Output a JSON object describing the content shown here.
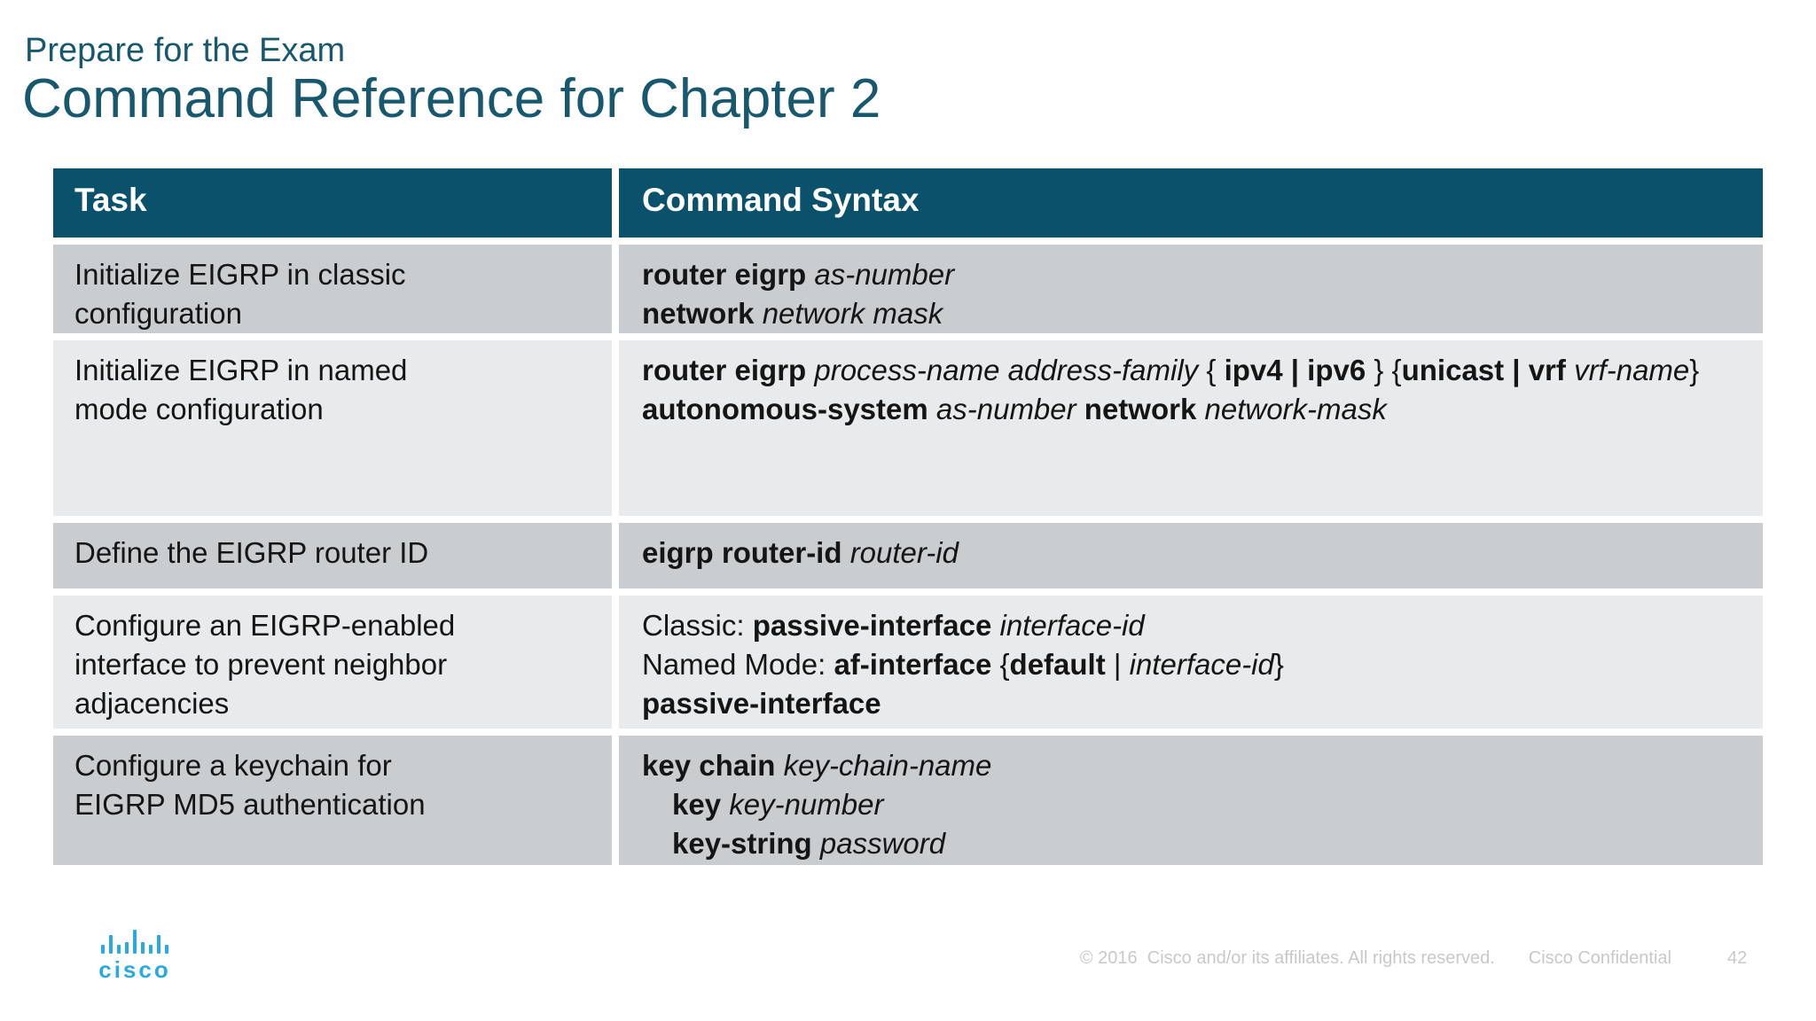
{
  "slide": {
    "eyebrow": "Prepare for the Exam",
    "title": "Command Reference for Chapter 2"
  },
  "colors": {
    "teal_text": "#17586F",
    "table_header_bg": "#0A516C",
    "row_dark": "#C9CDD0",
    "row_light": "#E8EAEB",
    "logo_blue": "#29ABE2",
    "footer_text": "#C8C8C8"
  },
  "table": {
    "headers": [
      {
        "label": "Task"
      },
      {
        "label": "Command Syntax"
      }
    ],
    "rows": [
      {
        "shade": "dark",
        "task_lines": [
          "Initialize EIGRP in classic",
          "configuration"
        ],
        "command_lines": [
          {
            "segments": [
              {
                "t": "router eigrp ",
                "b": true
              },
              {
                "t": "as-number",
                "i": true
              }
            ]
          },
          {
            "segments": [
              {
                "t": "network ",
                "b": true
              },
              {
                "t": "network mask",
                "i": true
              }
            ]
          }
        ]
      },
      {
        "shade": "light",
        "task_lines": [
          "Initialize EIGRP in named",
          "mode configuration"
        ],
        "command_lines": [
          {
            "segments": [
              {
                "t": "router eigrp ",
                "b": true
              },
              {
                "t": "process-name address-family ",
                "i": true
              },
              {
                "t": "{ "
              },
              {
                "t": "ipv4 | ipv6",
                "b": true
              },
              {
                "t": " } {"
              },
              {
                "t": "unicast | vrf ",
                "b": true
              },
              {
                "t": "vrf-name",
                "i": true
              },
              {
                "t": "} "
              },
              {
                "t": "autonomous-system ",
                "b": true
              },
              {
                "t": "as-number ",
                "i": true
              },
              {
                "t": "network ",
                "b": true
              },
              {
                "t": "network-mask",
                "i": true
              }
            ]
          }
        ]
      },
      {
        "shade": "dark",
        "task_lines": [
          "Define the EIGRP router ID"
        ],
        "command_lines": [
          {
            "segments": [
              {
                "t": "eigrp router-id ",
                "b": true
              },
              {
                "t": "router-id",
                "i": true
              }
            ]
          }
        ]
      },
      {
        "shade": "light",
        "task_lines": [
          "Configure an EIGRP-enabled",
          "interface to prevent neighbor",
          "adjacencies"
        ],
        "command_lines": [
          {
            "segments": [
              {
                "t": "Classic: "
              },
              {
                "t": "passive-interface ",
                "b": true
              },
              {
                "t": "interface-id",
                "i": true
              }
            ]
          },
          {
            "segments": [
              {
                "t": "Named Mode: "
              },
              {
                "t": "af-interface ",
                "b": true
              },
              {
                "t": "{"
              },
              {
                "t": "default",
                "b": true
              },
              {
                "t": " | "
              },
              {
                "t": "interface-id",
                "i": true
              },
              {
                "t": "}"
              }
            ]
          },
          {
            "segments": [
              {
                "t": "passive-interface",
                "b": true
              }
            ]
          }
        ]
      },
      {
        "shade": "dark",
        "task_lines": [
          "Configure a keychain for",
          "EIGRP MD5 authentication"
        ],
        "command_lines": [
          {
            "segments": [
              {
                "t": "key chain ",
                "b": true
              },
              {
                "t": "key-chain-name",
                "i": true
              }
            ]
          },
          {
            "indent": true,
            "segments": [
              {
                "t": "key ",
                "b": true
              },
              {
                "t": "key-number",
                "i": true
              }
            ]
          },
          {
            "indent": true,
            "segments": [
              {
                "t": "key-string ",
                "b": true
              },
              {
                "t": "password",
                "i": true
              }
            ]
          }
        ]
      }
    ]
  },
  "footer": {
    "copyright": "© 2016  Cisco and/or its affiliates. All rights reserved.",
    "confidential": "Cisco Confidential",
    "page_number": "42",
    "logo_word": "cisco"
  }
}
